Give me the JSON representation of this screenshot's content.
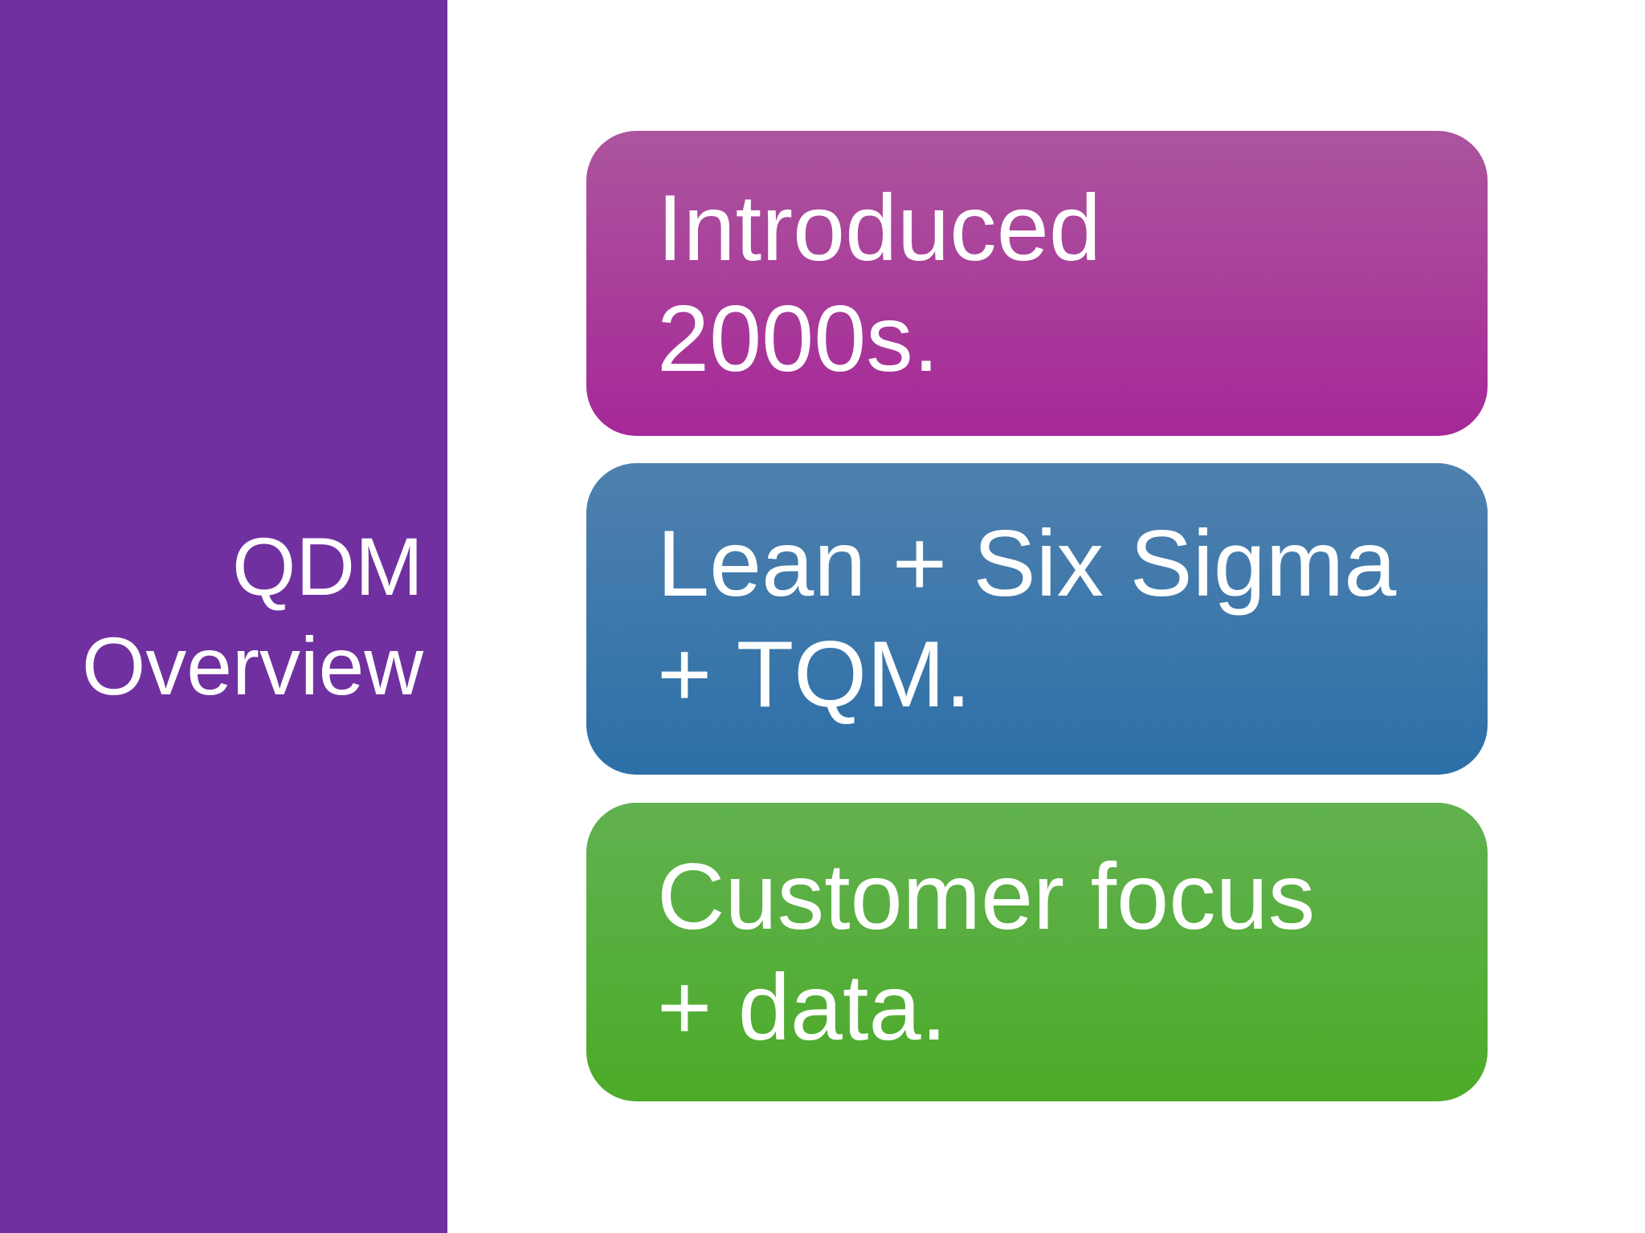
{
  "slide": {
    "background_color": "#FFFFFF",
    "sidebar": {
      "background_color": "#7130A0",
      "text_color": "#FFFFFF",
      "title_lines": [
        "QDM",
        "Overview"
      ]
    },
    "boxes": [
      {
        "name": "introduced-2000s",
        "lines": [
          "Introduced",
          "2000s."
        ],
        "text_color": "#FFFFFF",
        "gradient_top": "#AC559D",
        "gradient_bottom": "#A62898"
      },
      {
        "name": "lean-six-sigma-tqm",
        "lines": [
          "Lean + Six Sigma",
          "+ TQM."
        ],
        "text_color": "#FFFFFF",
        "gradient_top": "#4F80AE",
        "gradient_bottom": "#2C70A8"
      },
      {
        "name": "customer-focus-data",
        "lines": [
          "Customer focus",
          "+ data."
        ],
        "text_color": "#FFFFFF",
        "gradient_top": "#61B150",
        "gradient_bottom": "#4CAB28"
      }
    ]
  }
}
